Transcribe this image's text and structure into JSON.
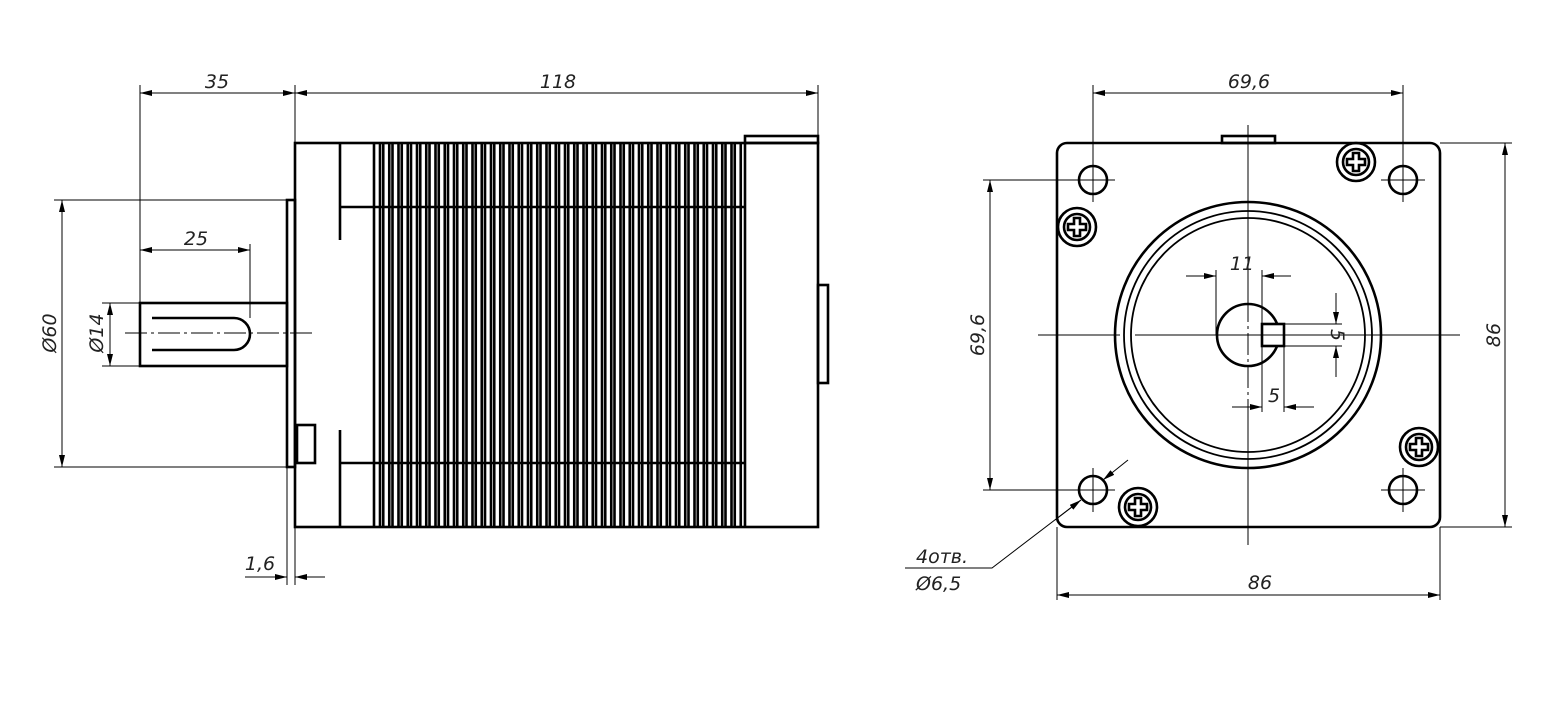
{
  "side_view": {
    "dims": {
      "shaft_length": "35",
      "body_length": "118",
      "flange_diameter": "Ø60",
      "shaft_diameter": "Ø14",
      "key_length": "25",
      "flange_thickness": "1,6"
    }
  },
  "front_view": {
    "dims": {
      "hole_spacing_h": "69,6",
      "hole_spacing_v": "69,6",
      "width": "86",
      "height": "86",
      "shaft_flat": "11",
      "key_width": "5",
      "key_depth": "5"
    },
    "hole_note": {
      "count": "4отв.",
      "diameter": "Ø6,5"
    }
  }
}
